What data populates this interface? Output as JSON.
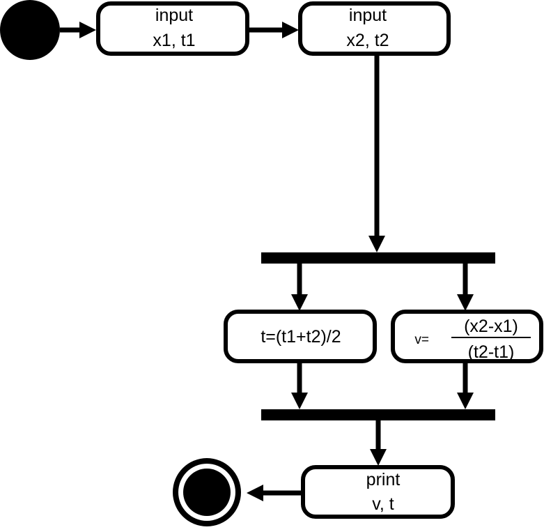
{
  "nodes": {
    "input1": {
      "line1": "input",
      "line2": "x1, t1"
    },
    "input2": {
      "line1": "input",
      "line2": "x2, t2"
    },
    "avg_t": {
      "text": "t=(t1+t2)/2"
    },
    "velocity": {
      "prefix": "v=",
      "numerator": "(x2-x1)",
      "denominator": "(t2-t1)"
    },
    "print": {
      "line1": "print",
      "line2": "v, t"
    }
  }
}
